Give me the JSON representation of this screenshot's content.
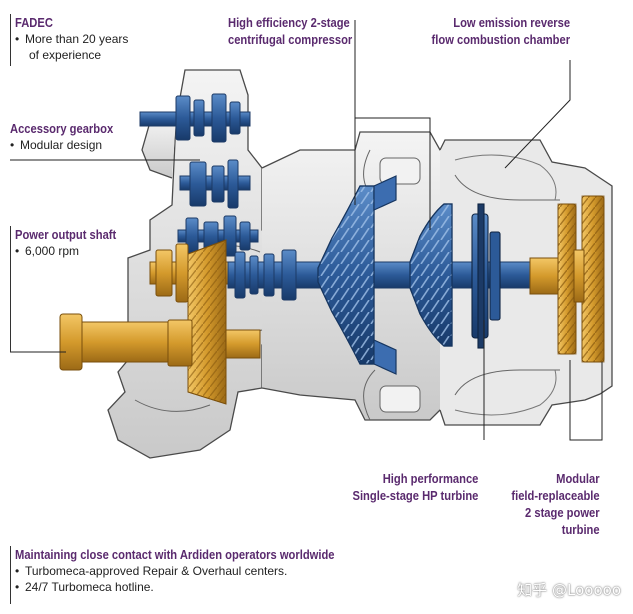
{
  "callouts": {
    "fadec": {
      "title": "FADEC",
      "bullets": [
        "More than 20 years",
        "of experience"
      ]
    },
    "gearbox": {
      "title": "Accessory gearbox",
      "bullets": [
        "Modular design"
      ]
    },
    "shaft": {
      "title": "Power output shaft",
      "bullets": [
        "6,000 rpm"
      ]
    },
    "compressor": {
      "title_line1": "High efficiency 2-stage",
      "title_line2": "centrifugal compressor"
    },
    "combustion": {
      "title_line1": "Low emission reverse",
      "title_line2": "flow combustion chamber"
    },
    "hp_turbine": {
      "title_line1": "High performance",
      "title_line2": "Single-stage HP turbine"
    },
    "power_turbine": {
      "title_line1": "Modular",
      "title_line2": "field-replaceable",
      "title_line3": "2 stage power",
      "title_line4": "turbine"
    },
    "support": {
      "title": "Maintaining close contact with Ardiden operators worldwide",
      "bullets": [
        "Turbomeca-approved Repair & Overhaul centers.",
        "24/7 Turbomeca hotline."
      ]
    }
  },
  "watermark": "知乎 @Looooo",
  "colors": {
    "title": "#5a2a6e",
    "compressor_blue": "#2f5f9e",
    "gear_gold": "#d9a233",
    "casing_gray": "#8a8a8a"
  }
}
